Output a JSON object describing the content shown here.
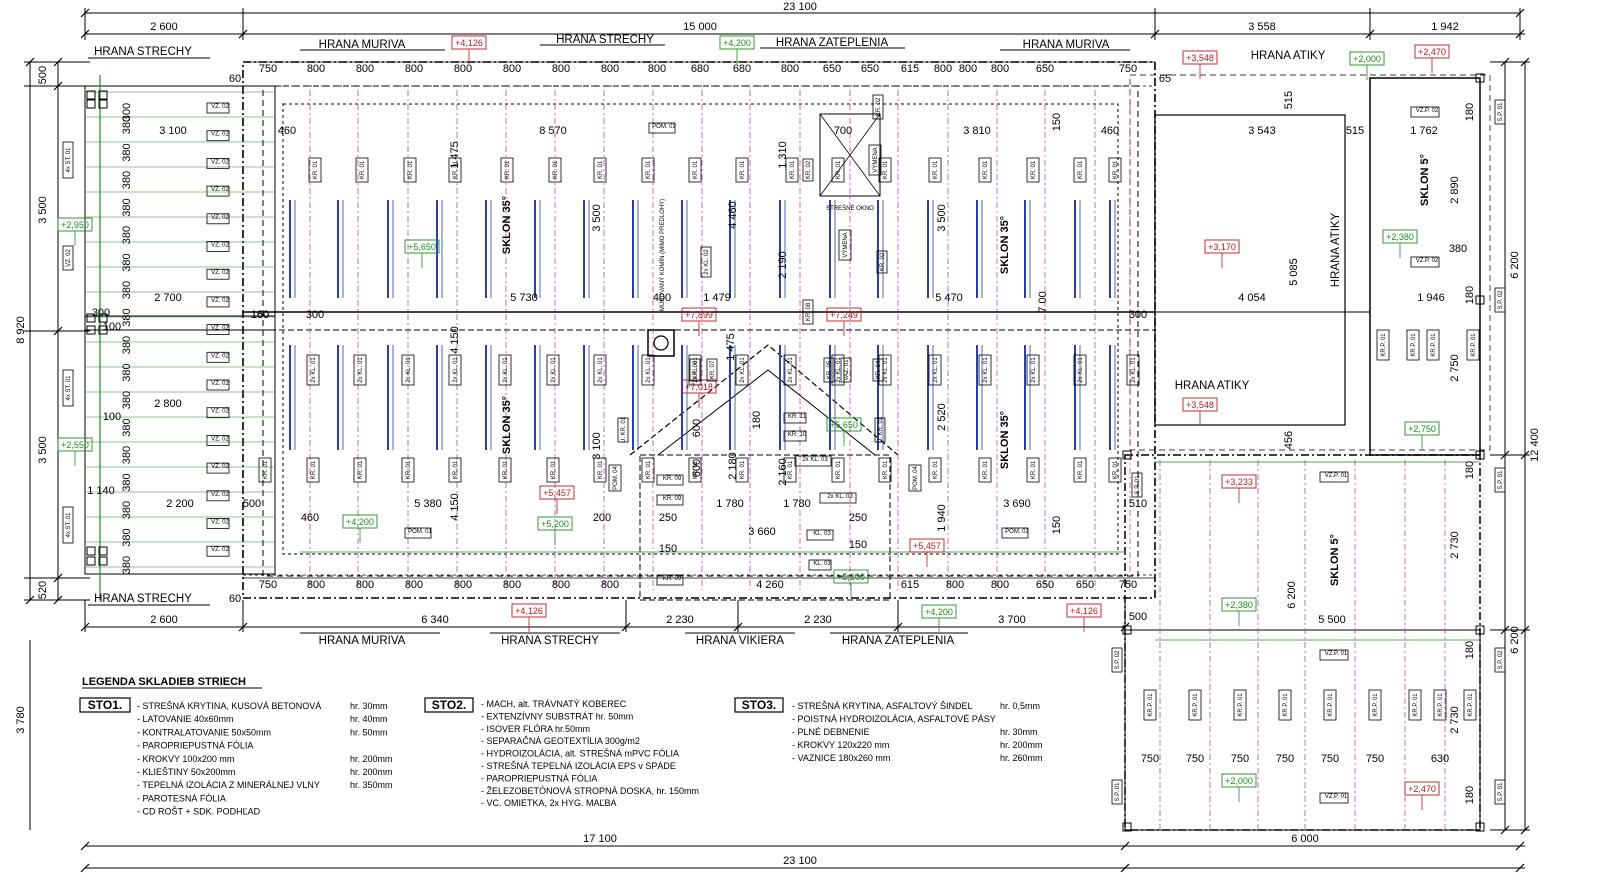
{
  "dims_top": [
    "2 600",
    "15 000",
    "3 558",
    "1 942"
  ],
  "dim_total": "23 100",
  "dims_top_row": [
    "750",
    "800",
    "800",
    "800",
    "800",
    "800",
    "800",
    "800",
    "800",
    "680",
    "680",
    "800",
    "650",
    "650",
    "615",
    "800",
    "800",
    "800",
    "650",
    "750"
  ],
  "dims_bottom_row": [
    "750",
    "800",
    "800",
    "800",
    "800",
    "800",
    "800",
    "800",
    "4 260",
    "615",
    "800",
    "800",
    "650",
    "650",
    "750"
  ],
  "dims_bottom": [
    "2 600",
    "6 340",
    "2 230",
    "2 230",
    "3 700",
    "6 000"
  ],
  "dim_bottom_17100": "17 100",
  "dims_left": [
    "500",
    "3 500",
    "3 500",
    "520",
    "8 920",
    "3 780"
  ],
  "dims_right": [
    "6 200",
    "12 400",
    "6 200"
  ],
  "inner_dims": [
    "3 100",
    "8 570",
    "3 810",
    "700",
    "3 543",
    "1 762",
    "2 700",
    "5 730",
    "1 479",
    "5 470",
    "4 054",
    "1 946",
    "2 800",
    "2 200",
    "5 380",
    "3 690",
    "1 780",
    "1 780",
    "3 660",
    "5 500",
    "400",
    "460",
    "460",
    "515",
    "515",
    "456",
    "1 310",
    "4 460",
    "2 190",
    "1 475",
    "3 500",
    "3 500",
    "4 150",
    "7 00",
    "2 520",
    "1 940",
    "3 100",
    "2 180",
    "2 160",
    "5 085",
    "2 890",
    "2 750",
    "2 730",
    "2 730",
    "6 200",
    "160",
    "300",
    "300",
    "100",
    "100",
    "60",
    "60",
    "65",
    "150",
    "150",
    "250",
    "250",
    "150",
    "150",
    "500",
    "500",
    "510",
    "600",
    "600",
    "460",
    "160",
    "200",
    "180",
    "180",
    "180",
    "180",
    "180",
    "180",
    "380",
    "300",
    "300",
    "1 140",
    "1 475",
    "4 150"
  ],
  "bottom_sto3_dims": [
    "750",
    "750",
    "750",
    "750",
    "750",
    "750",
    "630"
  ],
  "edge_labels": {
    "hrana_strechy": "HRANA STRECHY",
    "hrana_muriva": "HRANA MURIVA",
    "hrana_zateplenia": "HRANA ZATEPLENIA",
    "hrana_atiky": "HRANA ATIKY",
    "hrana_vikiera": "HRANA VIKIERA"
  },
  "slopes": [
    "SKLON 35°",
    "SKLON 5°"
  ],
  "elev_green": [
    "+4,200",
    "+2,000",
    "+2,950",
    "+5,650",
    "+2,550",
    "+4,200",
    "+5,200",
    "+5,650",
    "+5,200",
    "+4,200",
    "+2,380",
    "+2,750",
    "+2,380",
    "+2,000"
  ],
  "elev_red": [
    "+4,126",
    "+2,470",
    "+3,548",
    "+3,170",
    "+7,899",
    "+7,249",
    "+7,018",
    "+3,548",
    "+5,457",
    "+5,457",
    "+3,233",
    "+4,126",
    "+4,126",
    "+2,470"
  ],
  "tags": {
    "vz02": "VZ. 02",
    "kr01": "KR. 01",
    "kl01": "2x KL. 01",
    "kl02": "2x KL. 02",
    "kl03": "2x KL. 03",
    "st01": "4x ST. 01",
    "pom01": "POM. 01",
    "pom02": "POM. 02",
    "pom03": "POM. 03",
    "pom04": "POM. 04",
    "sp01": "S.P. 01",
    "sp02": "S.P. 02",
    "vzp01": "VZ.P. 01",
    "vzp02": "VZ.P. 02",
    "krp01": "KR.P. 01",
    "vymena": "VÝMENA",
    "okno": "STREŠNÉ OKNO",
    "komin": "MUROVANÝ KOMÍN (MIMO PREDLOHY)",
    "kr08": "KR. 08",
    "kr09": "KR. 09",
    "kr11": "KR. 11",
    "kr10": "KR. 10",
    "kl03s": "KL. 03",
    "kr05": "KR. 05",
    "kr07": "KR. 07",
    "kr04": "KR. 04",
    "vaz01": "VAZ. 01",
    "ukr01": "U. KR. 01",
    "kr02": "KR. 02"
  },
  "legend": {
    "title": "LEGENDA SKLADIEB STRIECH",
    "sto1": {
      "label": "STO1.",
      "items": [
        "- STREŠNÁ KRYTINA, KUSOVÁ BETONOVÁ",
        "- LATOVANIE 40x60mm",
        "- KONTRALATOVANIE 50x50mm",
        "- PAROPRIEPUSTNÁ FÓLIA",
        "- KROKVY 100x200 mm",
        "- KLIEŠTINY 50x200mm",
        "- TEPELNÁ  IZOLÁCIA Z MINERÁLNEJ VLNY",
        "- PAROTESNÁ FÓLIA",
        "- CD ROŠT +  SDK. PODHĽAD"
      ],
      "values": [
        "hr. 30mm",
        "hr. 40mm",
        "hr. 50mm",
        "",
        "hr. 200mm",
        "hr. 200mm",
        "hr. 350mm",
        "",
        ""
      ]
    },
    "sto2": {
      "label": "STO2.",
      "items": [
        "- MACH, alt. TRÁVNATÝ KOBEREC",
        "- EXTENZÍVNY SUBSTRÁT hr. 50mm",
        "- ISOVER FLÓRA hr.50mm",
        "- SEPARAČNÁ GEOTEXTÍLIA 300g/m2",
        "- HYDROIZOLÁCIA, alt. STREŠNÁ mPVC FÓLIA",
        "- STREŠNÁ TEPELNÁ IZOLÁCIA  EPS  v SPÁDE",
        "- PAROPRIEPUSTNÁ FÓLIA",
        "- ŽELEZOBETÓNOVÁ STROPNÁ DOSKA, hr. 150mm",
        "- VC. OMIETKA, 2x HYG. MAĽBA"
      ]
    },
    "sto3": {
      "label": "STO3.",
      "items": [
        "- STREŠNÁ KRYTINA, ASFALTOVÝ ŠINDEL",
        "- POISTNÁ HYDROIZOLÁCIA, ASFALTOVÉ PÁSY",
        "- PLNÉ DEBNENIE",
        "- KROKVY 120x220 mm",
        "- VAZNICE 180x260 mm"
      ],
      "values": [
        "hr. 0,5mm",
        "",
        "hr. 30mm",
        "hr. 200mm",
        "hr. 260mm"
      ]
    }
  },
  "colors": {
    "green": "#1a8f1a",
    "red": "#c01818",
    "blue": "#2b3fa8",
    "magenta": "#b0309a",
    "line": "#000000"
  }
}
